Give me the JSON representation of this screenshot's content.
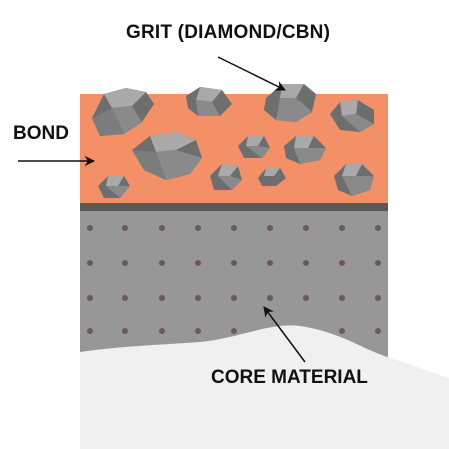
{
  "labels": {
    "grit": "GRIT (DIAMOND/CBN)",
    "bond": "BOND",
    "core": "CORE MATERIAL"
  },
  "colors": {
    "bond": "#f39068",
    "core": "#979797",
    "separator": "#595959",
    "dots": "#6b5a58",
    "grit_dark": "#6e6e6e",
    "grit_light": "#a9a9a9",
    "ground": "#f0f0f0"
  },
  "layers": [
    "grit",
    "bond",
    "core material"
  ]
}
